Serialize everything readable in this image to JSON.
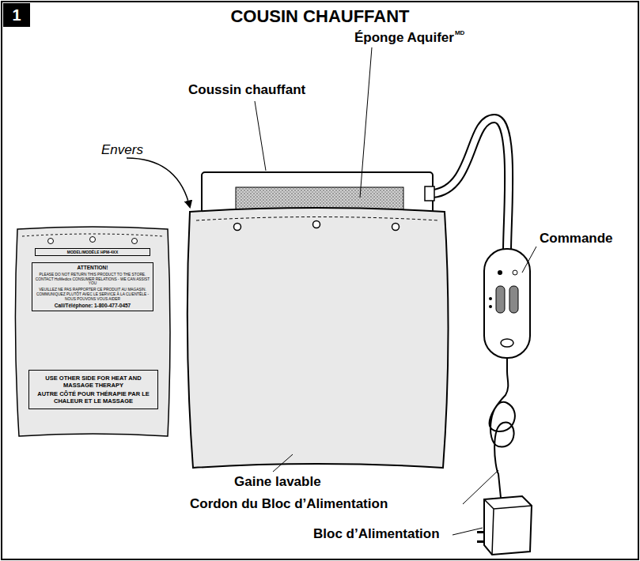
{
  "diagram": {
    "title": "COUSIN CHAUFFANT",
    "nodes": [
      {
        "text": [
          "1"
        ]
      },
      {
        "text": [
          "MODEL/MODÈLE HPM-4XX"
        ]
      },
      {
        "text": [
          "ATTENTION!",
          "PLEASE DO NOT RETURN THIS PRODUCT TO THE STORE. CONTACT HoMedics CONSUMER RELATIONS - WE CAN ASSIST YOU",
          "VEUILLEZ NE PAS RAPPORTER CE PRODUIT AU MAGASIN. COMMUNIQUEZ PLUTÔT AVEC LE SERVICE À LA CLIENTÈLE - NOUS POUVONS VOUS AIDER",
          "Call/Téléphone: 1-800-477-0457"
        ]
      },
      {
        "text": [
          "USE OTHER SIDE FOR HEAT AND MASSAGE THERAPY",
          "AUTRE CÔTÉ POUR THÉRAPIE PAR LE CHALEUR ET LE MASSAGE"
        ]
      }
    ],
    "labels": [
      "Éponge Aquifer",
      "MD",
      "Coussin chauffant",
      "Commande",
      "Envers",
      "Gaine lavable",
      "Cordon du Bloc d’Alimentation",
      "Bloc d’Alimentation"
    ]
  }
}
